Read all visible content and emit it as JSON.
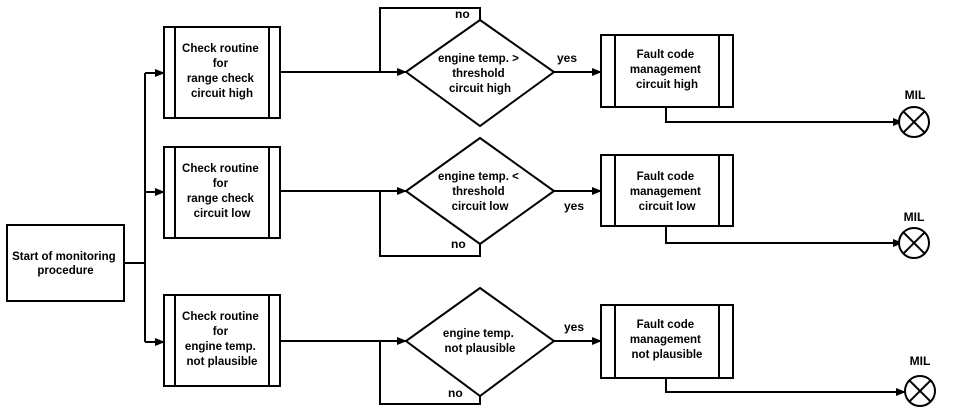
{
  "start": {
    "lines": [
      "Start of monitoring",
      "procedure"
    ]
  },
  "checks": [
    {
      "lines": [
        "Check routine",
        "for",
        "range check",
        "circuit high"
      ]
    },
    {
      "lines": [
        "Check routine",
        "for",
        "range check",
        "circuit low"
      ]
    },
    {
      "lines": [
        "Check routine",
        "for",
        "engine temp.",
        "not plausible"
      ]
    }
  ],
  "decisions": [
    {
      "lines": [
        "engine temp. >",
        "threshold",
        "circuit high"
      ],
      "yes": "yes",
      "no": "no"
    },
    {
      "lines": [
        "engine temp. <",
        "threshold",
        "circuit low"
      ],
      "yes": "yes",
      "no": "no"
    },
    {
      "lines": [
        "engine temp.",
        "not plausible"
      ],
      "yes": "yes",
      "no": "no"
    }
  ],
  "faults": [
    {
      "lines": [
        "Fault code",
        "management",
        "circuit high"
      ]
    },
    {
      "lines": [
        "Fault code",
        "management",
        "circuit low"
      ]
    },
    {
      "lines": [
        "Fault code",
        "management",
        "not plausible"
      ]
    }
  ],
  "lamps": [
    {
      "label": "MIL"
    },
    {
      "label": "MIL"
    },
    {
      "label": "MIL"
    }
  ]
}
